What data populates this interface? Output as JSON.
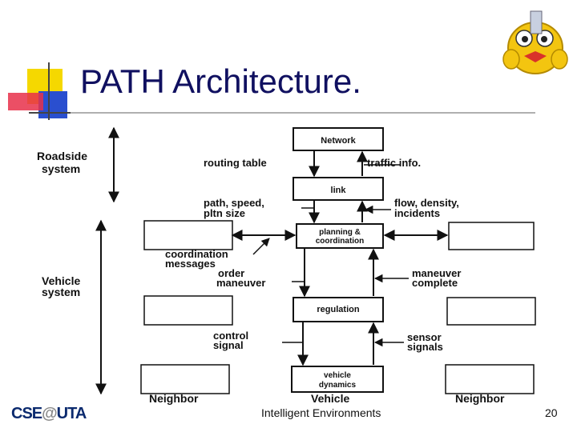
{
  "slide": {
    "title": "PATH Architecture.",
    "footer_text": "Intelligent Environments",
    "page_number": "20"
  },
  "logo": {
    "part1": "CSE",
    "part2": "@",
    "part3": "UTA"
  },
  "diagram": {
    "boxes": {
      "network": "Network",
      "link": "link",
      "planning_line1": "planning &",
      "planning_line2": "coordination",
      "regulation": "regulation",
      "vehicle_dynamics_line1": "vehicle",
      "vehicle_dynamics_line2": "dynamics"
    },
    "labels": {
      "roadside_line1": "Roadside",
      "roadside_line2": "system",
      "vehicle_system_line1": "Vehicle",
      "vehicle_system_line2": "system",
      "routing_table": "routing table",
      "traffic_info": "traffic info.",
      "path_speed_line1": "path, speed,",
      "path_speed_line2": "pltn size",
      "flow_density_line1": "flow, density,",
      "flow_density_line2": "incidents",
      "coordination_messages_line1": "coordination",
      "coordination_messages_line2": "messages",
      "order_maneuver_line1": "order",
      "order_maneuver_line2": "maneuver",
      "maneuver_complete_line1": "maneuver",
      "maneuver_complete_line2": "complete",
      "control_signal_line1": "control",
      "control_signal_line2": "signal",
      "sensor_signals_line1": "sensor",
      "sensor_signals_line2": "signals",
      "neighbor_left": "Neighbor",
      "vehicle": "Vehicle",
      "neighbor_right": "Neighbor"
    }
  },
  "colors": {
    "title": "#101060",
    "deco_yellow": "#f5d800",
    "deco_red": "#e8304a",
    "deco_blue": "#2a4fcf",
    "logo": "#0b2a6e"
  }
}
